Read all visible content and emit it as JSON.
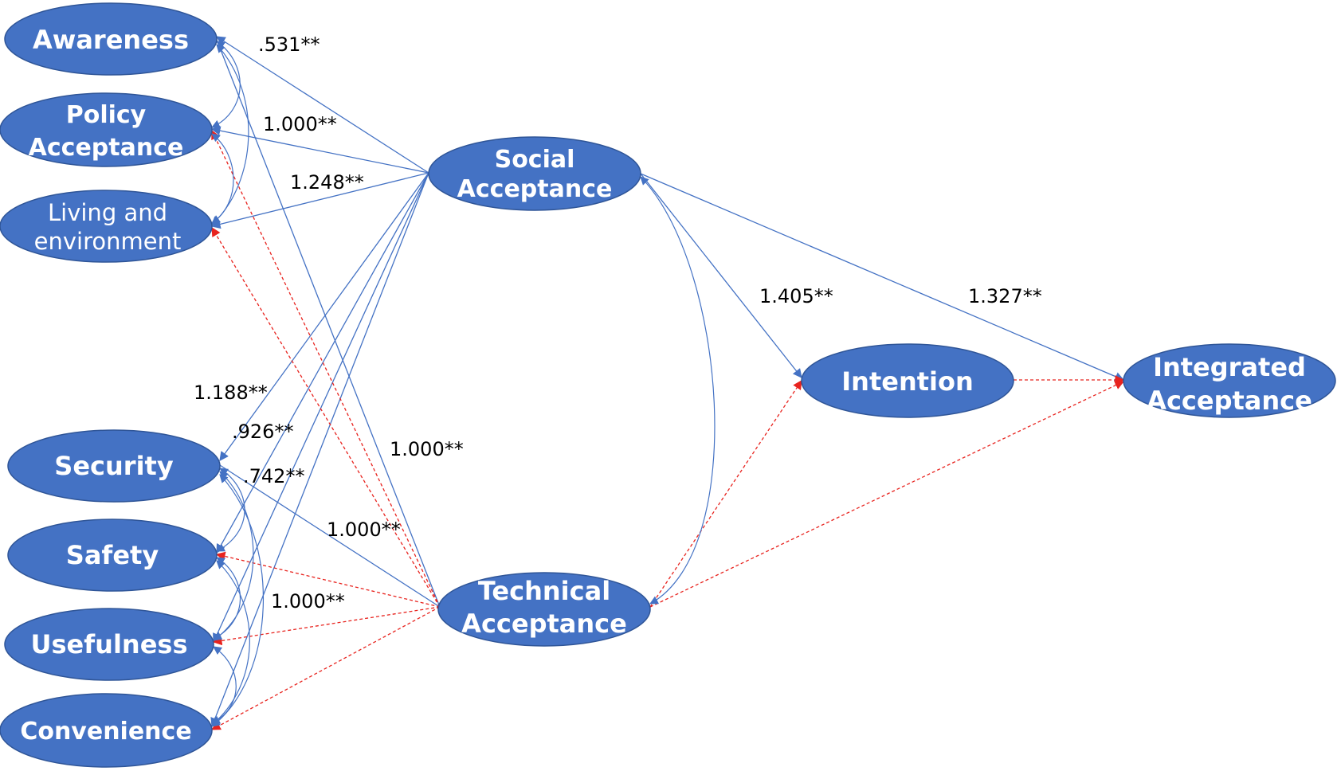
{
  "nodes": {
    "awareness": [
      "Awareness"
    ],
    "policy_acceptance": [
      "Policy",
      "Acceptance"
    ],
    "living_environment": [
      "Living and",
      "environment"
    ],
    "security": [
      "Security"
    ],
    "safety": [
      "Safety"
    ],
    "usefulness": [
      "Usefulness"
    ],
    "convenience": [
      "Convenience"
    ],
    "social_acceptance": [
      "Social",
      "Acceptance"
    ],
    "technical_acceptance": [
      "Technical",
      "Acceptance"
    ],
    "intention": [
      "Intention"
    ],
    "integrated_acceptance": [
      "Integrated",
      "Acceptance"
    ]
  },
  "coefficients": {
    "social_awareness": ".531**",
    "social_policy": "1.000**",
    "social_living": "1.248**",
    "social_security": "1.188**",
    "social_safety": ".926**",
    "social_usefulness": ".742**",
    "tech_awareness": "1.000**",
    "tech_security": "1.000**",
    "tech_usefulness": "1.000**",
    "social_intention": "1.405**",
    "social_integrated": "1.327**"
  },
  "colors": {
    "node_fill": "#4472C4",
    "node_stroke": "#2F5597",
    "solid_path": "#4472C4",
    "dashed_path": "#E8231E"
  }
}
